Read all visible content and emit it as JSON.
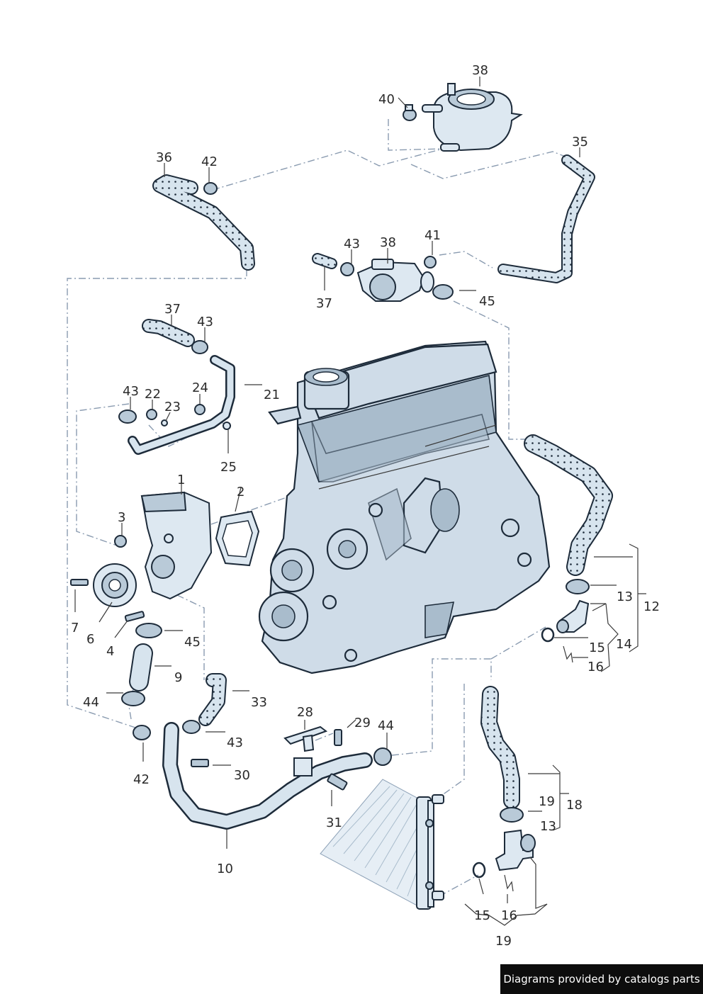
{
  "labels": {
    "l1": "1",
    "l2": "2",
    "l3": "3",
    "l4": "4",
    "l6": "6",
    "l7": "7",
    "l9": "9",
    "l10": "10",
    "l12": "12",
    "l13a": "13",
    "l13b": "13",
    "l14": "14",
    "l15a": "15",
    "l15b": "15",
    "l16a": "16",
    "l16b": "16",
    "l18": "18",
    "l19a": "19",
    "l19b": "19",
    "l21": "21",
    "l22": "22",
    "l23": "23",
    "l24": "24",
    "l25": "25",
    "l28": "28",
    "l29": "29",
    "l30": "30",
    "l31": "31",
    "l33": "33",
    "l35": "35",
    "l36": "36",
    "l37a": "37",
    "l37b": "37",
    "l38a": "38",
    "l38b": "38",
    "l40": "40",
    "l41": "41",
    "l42a": "42",
    "l42b": "42",
    "l43a": "43",
    "l43b": "43",
    "l43c": "43",
    "l43d": "43",
    "l44a": "44",
    "l44b": "44",
    "l45a": "45",
    "l45b": "45"
  },
  "footer": {
    "credit": "Diagrams provided by catalogs parts"
  },
  "colors": {
    "part_fill": "#dde8f1",
    "outline": "#1d2b3a",
    "leader_dash": "#8a9bb0"
  }
}
